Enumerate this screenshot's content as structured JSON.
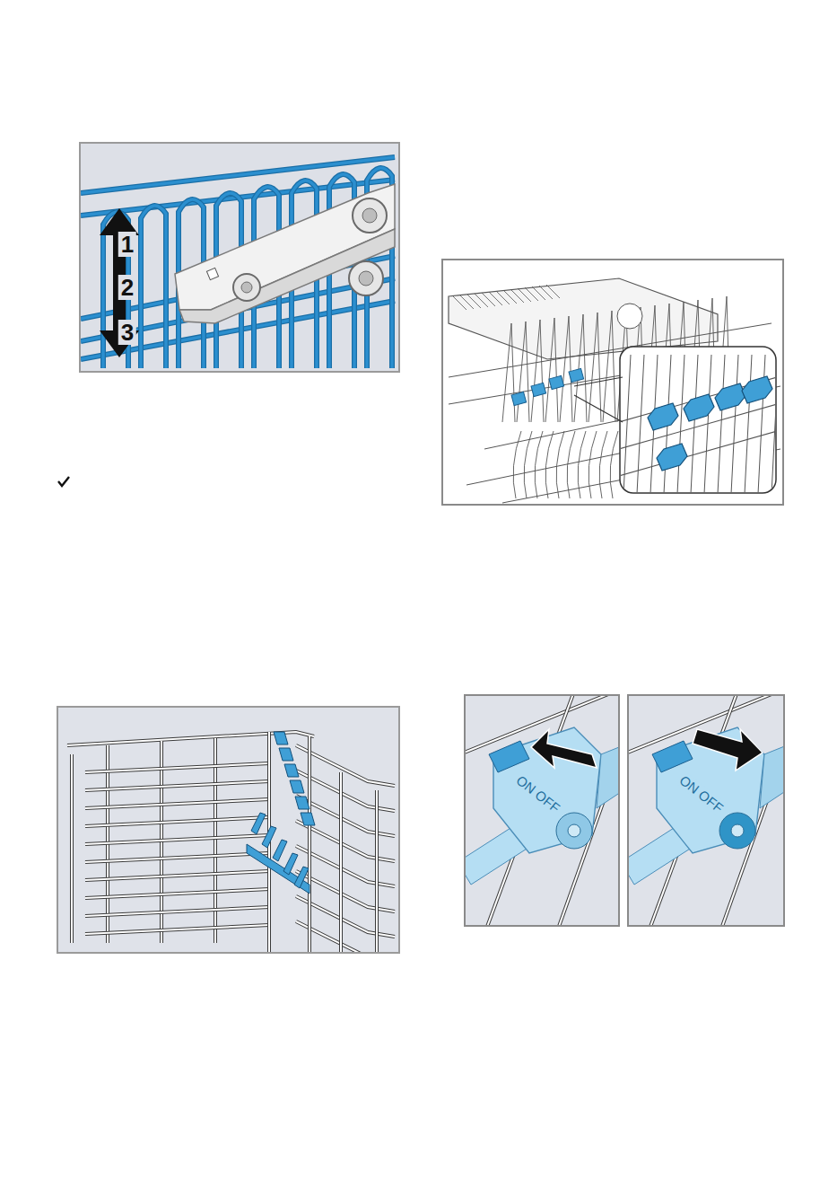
{
  "diagram": {
    "labels": [
      "1",
      "2",
      "3",
      "ON OFF",
      "ON OFF"
    ]
  }
}
